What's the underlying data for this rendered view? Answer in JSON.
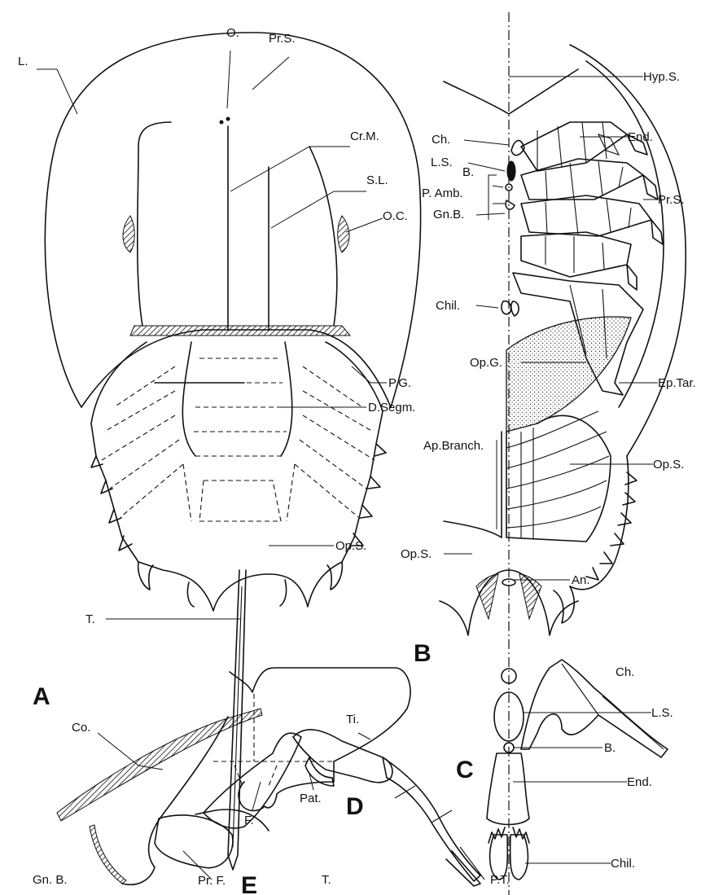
{
  "panels": {
    "A": {
      "letter": "A",
      "labels": {
        "O": "O.",
        "PrS": "Pr.S.",
        "L": "L.",
        "CrM": "Cr.M.",
        "SL": "S.L.",
        "OC": "O.C.",
        "DSegm": "D.Segm.",
        "PG": "P.G.",
        "OpS": "Op.S.",
        "T": "T."
      }
    },
    "B": {
      "letter": "B",
      "labels": {
        "HypS": "Hyp.S.",
        "Ch": "Ch.",
        "End": "End.",
        "LS": "L.S.",
        "B": "B.",
        "PAmb": "P. Amb.",
        "PrS": "Pr.S.",
        "GnB": "Gn.B.",
        "Chil": "Chil.",
        "OpG": "Op.G.",
        "EpTar": "Ep.Tar.",
        "ApBranch": "Ap.Branch.",
        "OpS_right": "Op.S.",
        "OpS_left": "Op.S.",
        "An": "An."
      }
    },
    "C": {
      "letter": "C",
      "labels": {
        "Ch": "Ch.",
        "LS": "L.S.",
        "B": "B.",
        "End": "End.",
        "Chil": "Chil."
      }
    },
    "D": {
      "letter": "D"
    },
    "E": {
      "letter": "E",
      "labels": {
        "Co": "Co.",
        "Ti": "Ti.",
        "Pat": "Pat.",
        "F": "F.",
        "GnB": "Gn. B.",
        "PrF": "Pr. F.",
        "T": "T.",
        "PT": "P.T."
      }
    }
  }
}
